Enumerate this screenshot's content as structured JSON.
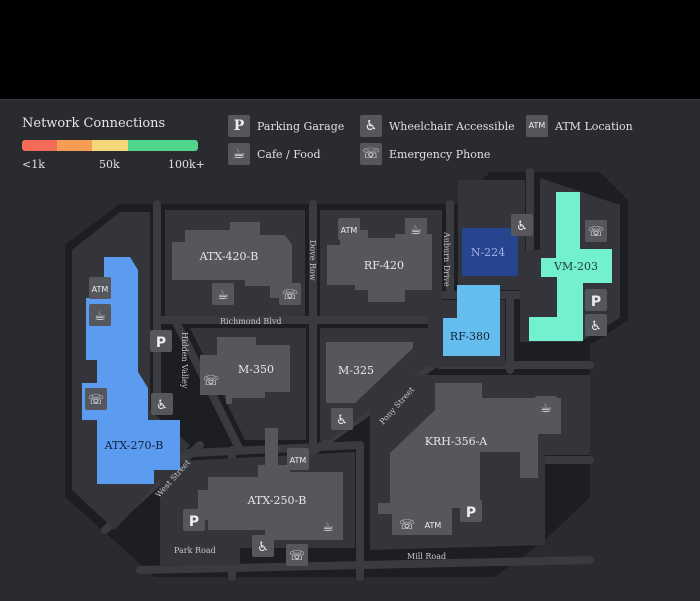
{
  "legend": {
    "title": "Network Connections",
    "scale_colors": [
      "#f46b57",
      "#f59d55",
      "#f3d77a",
      "#4fd68c",
      "#4fd68c"
    ],
    "ticks": [
      "<1k",
      "50k",
      "100k+"
    ],
    "items": [
      {
        "icon": "parking-icon",
        "glyph": "P",
        "label": "Parking Garage"
      },
      {
        "icon": "wheelchair-icon",
        "glyph": "♿",
        "label": "Wheelchair Accessible"
      },
      {
        "icon": "atm-icon",
        "glyph": "ATM",
        "label": "ATM Location"
      },
      {
        "icon": "cafe-icon",
        "glyph": "☕",
        "label": "Cafe / Food"
      },
      {
        "icon": "phone-icon",
        "glyph": "☏",
        "label": "Emergency Phone"
      }
    ]
  },
  "buildings": [
    {
      "id": "ATX-420-B",
      "label": "ATX-420-B",
      "fill": "#55575c"
    },
    {
      "id": "RF-420",
      "label": "RF-420",
      "fill": "#55575c"
    },
    {
      "id": "N-224",
      "label": "N-224",
      "fill": "#27448f"
    },
    {
      "id": "VM-203",
      "label": "VM-203",
      "fill": "#72f0cf"
    },
    {
      "id": "RF-380",
      "label": "RF-380",
      "fill": "#65bdef"
    },
    {
      "id": "M-350",
      "label": "M-350",
      "fill": "#55575c"
    },
    {
      "id": "M-325",
      "label": "M-325",
      "fill": "#55575c"
    },
    {
      "id": "ATX-270-B",
      "label": "ATX-270-B",
      "fill": "#5c9cf0"
    },
    {
      "id": "KRH-356-A",
      "label": "KRH-356-A",
      "fill": "#55575c"
    },
    {
      "id": "ATX-250-B",
      "label": "ATX-250-B",
      "fill": "#55575c"
    }
  ],
  "streets": [
    "Richmond Blvd",
    "Dove Row",
    "Auburn Drive",
    "Hidden Valley",
    "Pony Street",
    "West Street",
    "Park Road",
    "Mill Road"
  ]
}
